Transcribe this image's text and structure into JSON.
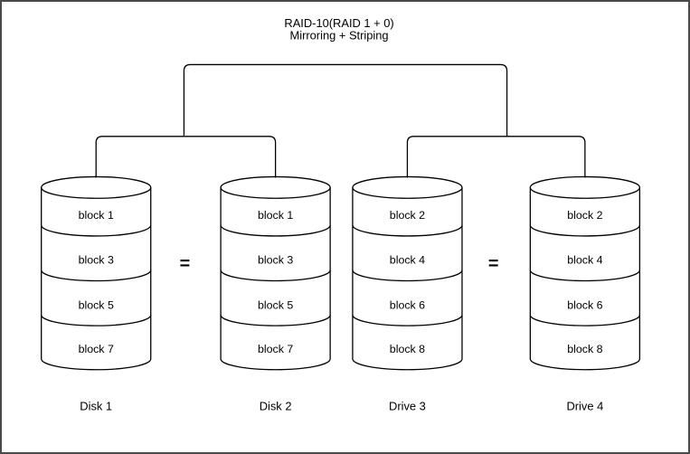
{
  "diagram": {
    "title": "RAID-10(RAID 1 + 0)",
    "subtitle": "Mirroring + Striping",
    "equals": "="
  },
  "disks": [
    {
      "label": "Disk 1",
      "blocks": [
        "block 1",
        "block 3",
        "block 5",
        "block 7"
      ]
    },
    {
      "label": "Disk 2",
      "blocks": [
        "block 1",
        "block 3",
        "block 5",
        "block 7"
      ]
    },
    {
      "label": "Drive 3",
      "blocks": [
        "block 2",
        "block 4",
        "block 6",
        "block 8"
      ]
    },
    {
      "label": "Drive 4",
      "blocks": [
        "block 2",
        "block 4",
        "block 6",
        "block 8"
      ]
    }
  ],
  "colors": {
    "line": "#000000",
    "background": "#ffffff",
    "border": "#4a4a4a"
  }
}
